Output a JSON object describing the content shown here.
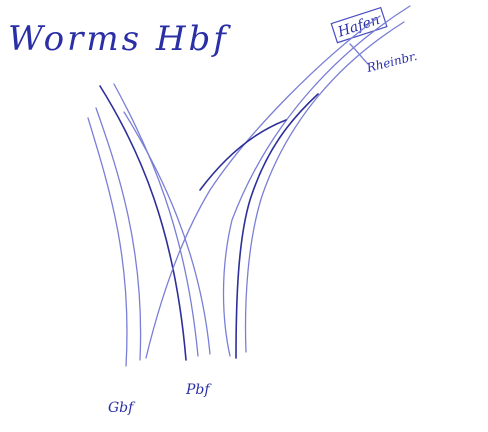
{
  "title": "Worms Hbf",
  "labels": {
    "top_right_1": "Hafen",
    "top_right_2": "Rheinbr.",
    "bottom_left": "Gbf",
    "bottom_mid": "Pbf"
  },
  "colors": {
    "ink_dark": "#2d2f9a",
    "ink_light": "#7a7fd6",
    "paper": "#ffffff"
  }
}
